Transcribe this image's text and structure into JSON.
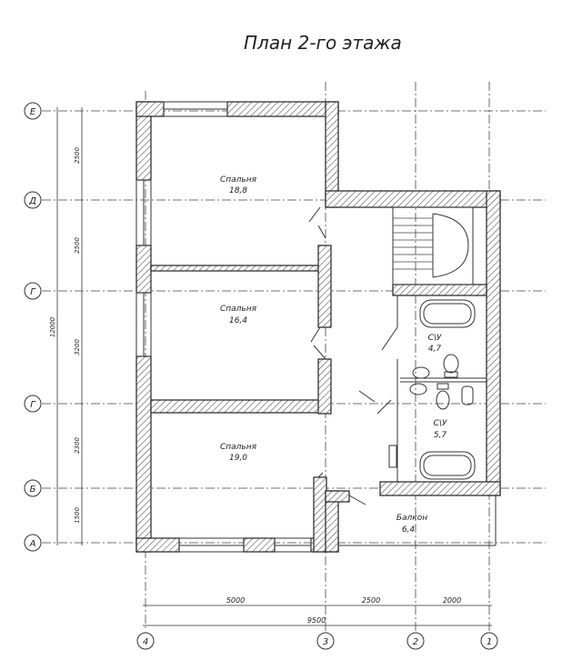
{
  "title": "План 2-го этажа",
  "axes_rows": [
    "Е",
    "Д",
    "Г",
    "Г",
    "Б",
    "А"
  ],
  "axes_cols": [
    "4",
    "3",
    "2",
    "1"
  ],
  "dims_left": {
    "segments": [
      "2500",
      "2500",
      "3200",
      "2300",
      "1500"
    ],
    "total": "12000"
  },
  "dims_bottom": {
    "segments": [
      "5000",
      "2500",
      "2000"
    ],
    "total": "9500"
  },
  "rooms": [
    {
      "name": "Спальня",
      "area": "18,8"
    },
    {
      "name": "Спальня",
      "area": "16,4"
    },
    {
      "name": "Спальня",
      "area": "19,0"
    },
    {
      "name": "С\\У",
      "area": "4,7"
    },
    {
      "name": "С\\У",
      "area": "5,7"
    },
    {
      "name": "Балкон",
      "area": "6,4"
    }
  ]
}
